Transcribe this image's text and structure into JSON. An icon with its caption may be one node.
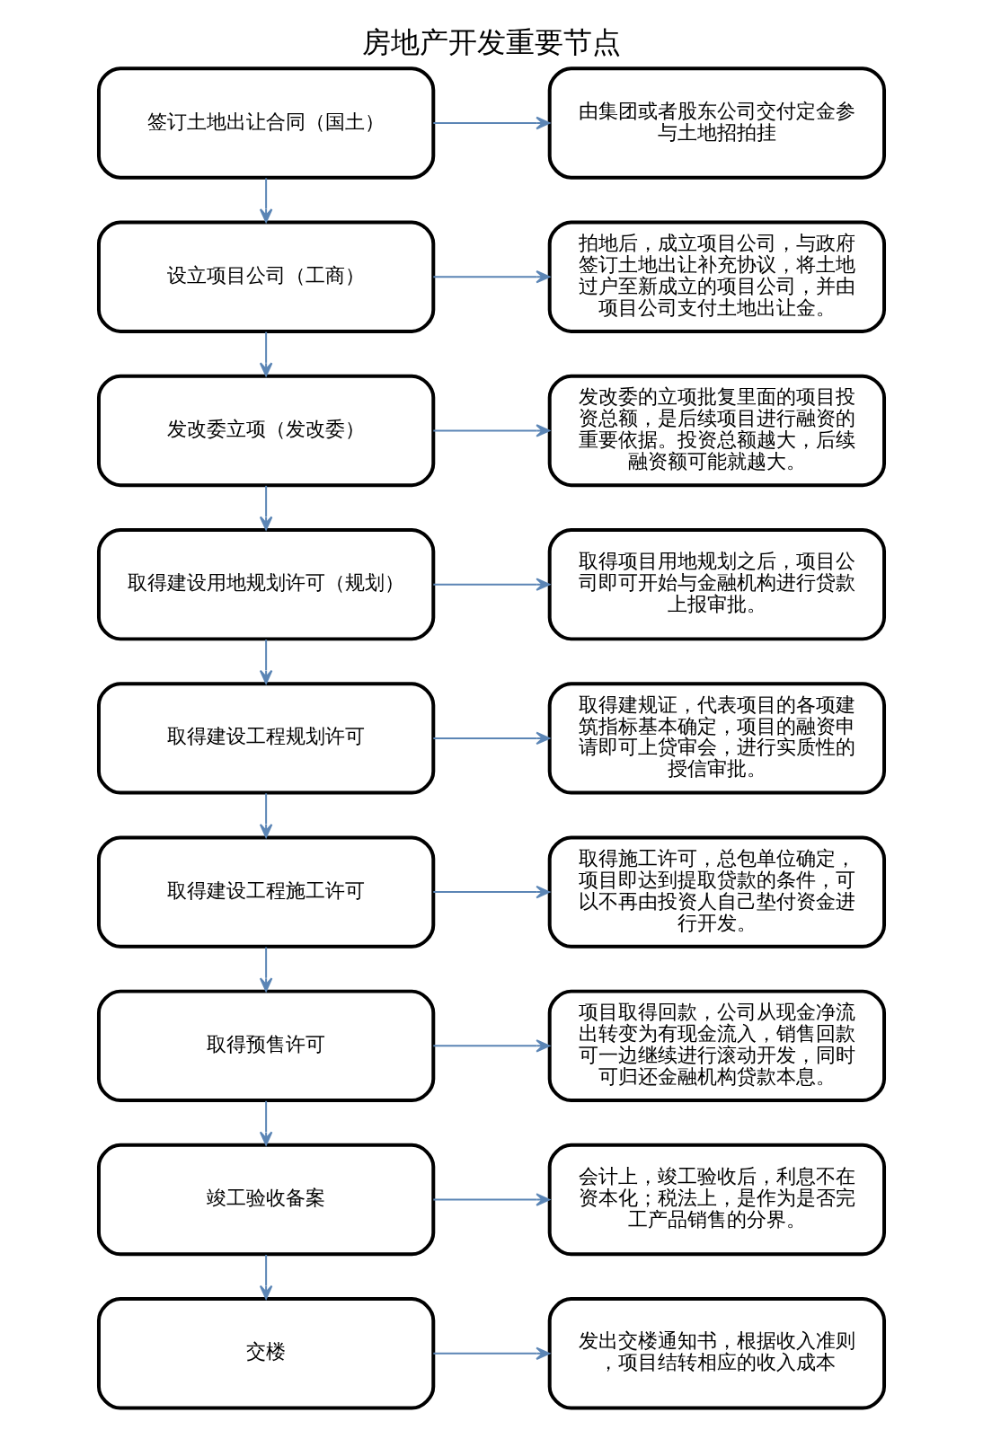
{
  "diagram": {
    "title": "房地产开发重要节点",
    "nodes": [
      {
        "text": [
          "签订土地出让合同（国土）"
        ]
      },
      {
        "text": [
          "由集团或者股东公司交付定金参与土地招拍挂"
        ]
      },
      {
        "text": [
          "设立项目公司（工商）"
        ]
      },
      {
        "text": [
          "拍地后，成立项目公司，与政府签订土地出让补充协议，将土地过户至新成立的项目公司，并由项目公司支付土地出让金。"
        ]
      },
      {
        "text": [
          "发改委立项（发改委）"
        ]
      },
      {
        "text": [
          "发改委的立项批复里面的项目投资总额，是后续项目进行融资的重要依据。投资总额越大，后续融资额可能就越大。"
        ]
      },
      {
        "text": [
          "取得建设用地规划许可（规划）"
        ]
      },
      {
        "text": [
          "取得项目用地规划之后，项目公司即可开始与金融机构进行贷款上报审批。"
        ]
      },
      {
        "text": [
          "取得建设工程规划许可"
        ]
      },
      {
        "text": [
          "取得建规证，代表项目的各项建筑指标基本确定，项目的融资申请即可上贷审会，进行实质性的授信审批。"
        ]
      },
      {
        "text": [
          "取得建设工程施工许可"
        ]
      },
      {
        "text": [
          "取得施工许可，总包单位确定，项目即达到提取贷款的条件，可以不再由投资人自己垫付资金进行开发。"
        ]
      },
      {
        "text": [
          "取得预售许可"
        ]
      },
      {
        "text": [
          "项目取得回款，公司从现金净流出转变为有现金流入，销售回款可一边继续进行滚动开发，同时可归还金融机构贷款本息。"
        ]
      },
      {
        "text": [
          "竣工验收备案"
        ]
      },
      {
        "text": [
          "会计上，竣工验收后，利息不在资本化；税法上，是作为是否完工产品销售的分界。"
        ]
      },
      {
        "text": [
          "交楼"
        ]
      },
      {
        "text": [
          "发出交楼通知书，根据收入准则，项目结转相应的收入成本"
        ]
      }
    ],
    "edges": [
      {
        "from": 0,
        "to": 1,
        "arrow": "to"
      },
      {
        "from": 0,
        "to": 2,
        "arrow": "to"
      },
      {
        "from": 2,
        "to": 3,
        "arrow": "to"
      },
      {
        "from": 2,
        "to": 4,
        "arrow": "to"
      },
      {
        "from": 4,
        "to": 5,
        "arrow": "to"
      },
      {
        "from": 4,
        "to": 6,
        "arrow": "to"
      },
      {
        "from": 6,
        "to": 7,
        "arrow": "to"
      },
      {
        "from": 6,
        "to": 8,
        "arrow": "to"
      },
      {
        "from": 8,
        "to": 9,
        "arrow": "to"
      },
      {
        "from": 8,
        "to": 10,
        "arrow": "to"
      },
      {
        "from": 10,
        "to": 11,
        "arrow": "to"
      },
      {
        "from": 10,
        "to": 12,
        "arrow": "to"
      },
      {
        "from": 12,
        "to": 13,
        "arrow": "to"
      },
      {
        "from": 12,
        "to": 14,
        "arrow": "to"
      },
      {
        "from": 14,
        "to": 15,
        "arrow": "to"
      },
      {
        "from": 14,
        "to": 16,
        "arrow": "to"
      },
      {
        "from": 16,
        "to": 17,
        "arrow": "to"
      }
    ]
  }
}
